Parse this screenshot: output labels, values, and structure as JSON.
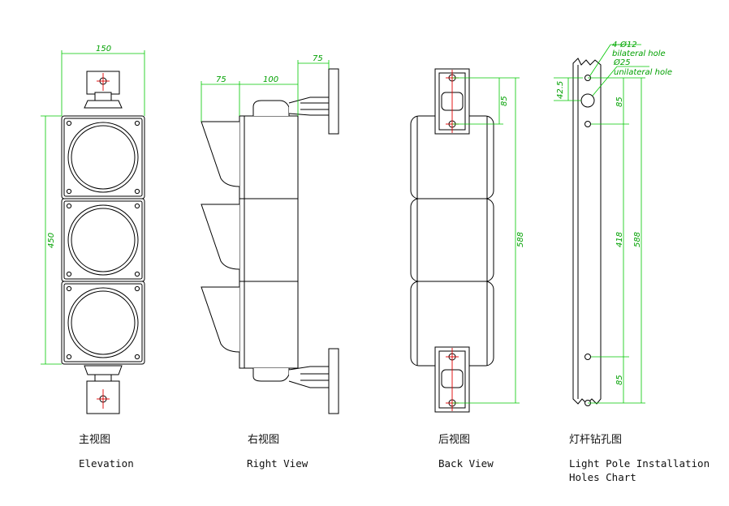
{
  "dimensions": {
    "front_width": "150",
    "front_height": "450",
    "side_bracket_depth": "75",
    "side_hood_depth": "75",
    "side_body_depth": "100",
    "back_bracket_hole_spacing": "85",
    "back_total_height": "588",
    "pole_hole_offset": "42.5",
    "pole_top_spacing": "85",
    "pole_mid_spacing": "418",
    "pole_total": "588",
    "pole_bottom_spacing": "85"
  },
  "pole_notes": {
    "bilateral_hole": "4-Ø12",
    "bilateral_hole_text": "bilateral hole",
    "unilateral_hole": "Ø25",
    "unilateral_hole_text": "unilateral hole"
  },
  "captions": {
    "elevation_cn": "主视图",
    "elevation_en": "Elevation",
    "right_cn": "右视图",
    "right_en": "Right View",
    "back_cn": "后视图",
    "back_en": "Back View",
    "pole_cn": "灯杆钻孔图",
    "pole_en_line1": "Light Pole Installation",
    "pole_en_line2": "Holes Chart"
  },
  "colors": {
    "outline": "#000000",
    "dimension": "#00c800",
    "centerline": "#e00000"
  }
}
